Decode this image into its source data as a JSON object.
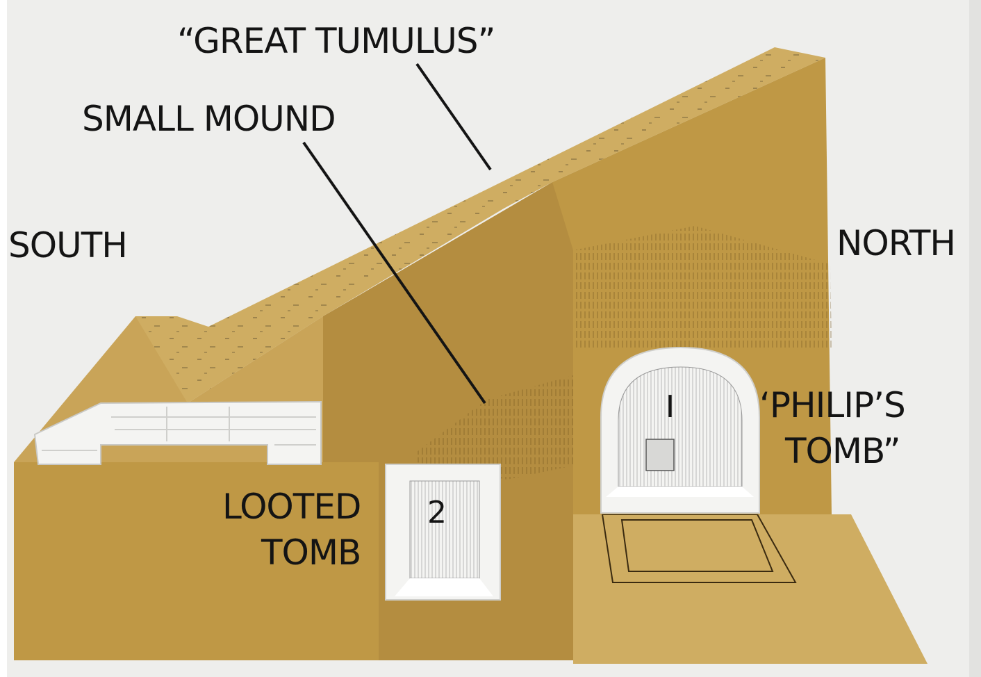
{
  "labels": {
    "great_tumulus": "“GREAT TUMULUS”",
    "small_mound": "SMALL MOUND",
    "south": "SOUTH",
    "north": "NORTH",
    "looted_tomb_line1": "LOOTED",
    "looted_tomb_line2": "TOMB",
    "philips_tomb_line1": "‘PHILIP’S",
    "philips_tomb_line2": "TOMB”",
    "tomb_1_number": "I",
    "tomb_2_number": "2"
  },
  "colors": {
    "background": "#ffffff",
    "page": "#eeeeec",
    "earth_light": "#cfad62",
    "earth_mid": "#bf9845",
    "earth_dark": "#a9803a",
    "earth_shadow": "#8c6a2c",
    "stone": "#f4f4f2",
    "ink": "#141414"
  }
}
